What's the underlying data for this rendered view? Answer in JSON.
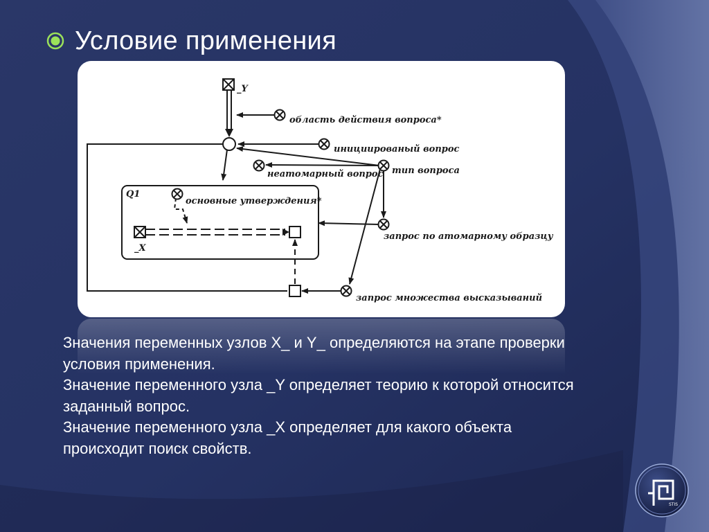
{
  "slide": {
    "title": "Условие применения",
    "paragraphs": [
      "Значения переменных узлов X_ и Y_ определяются на этапе проверки условия применения.",
      "Значение переменного узла _Y определяет теорию к которой относится заданный вопрос.",
      "Значение переменного узла _X определяет для какого объекта происходит поиск свойств."
    ]
  },
  "diagram": {
    "labels": {
      "y_var": "_Y",
      "x_var": "_X",
      "q1": "Q1",
      "scope": "область действия вопроса*",
      "initiated": "инициированый вопрос",
      "non_atomic": "неатомарный вопрос",
      "question_type": "тип вопроса",
      "main_statements": "основные утверждения*",
      "atomic_pattern": "запрос по атомарному образцу",
      "statement_set": "запрос множества высказываний"
    }
  },
  "logo": {
    "text": "STIS"
  },
  "colors": {
    "background_dark": "#1f2a52",
    "background_mid": "#2c3a6b",
    "bullet": "#9be25a",
    "text": "#ffffff",
    "diagram_ink": "#1a1a1a"
  }
}
